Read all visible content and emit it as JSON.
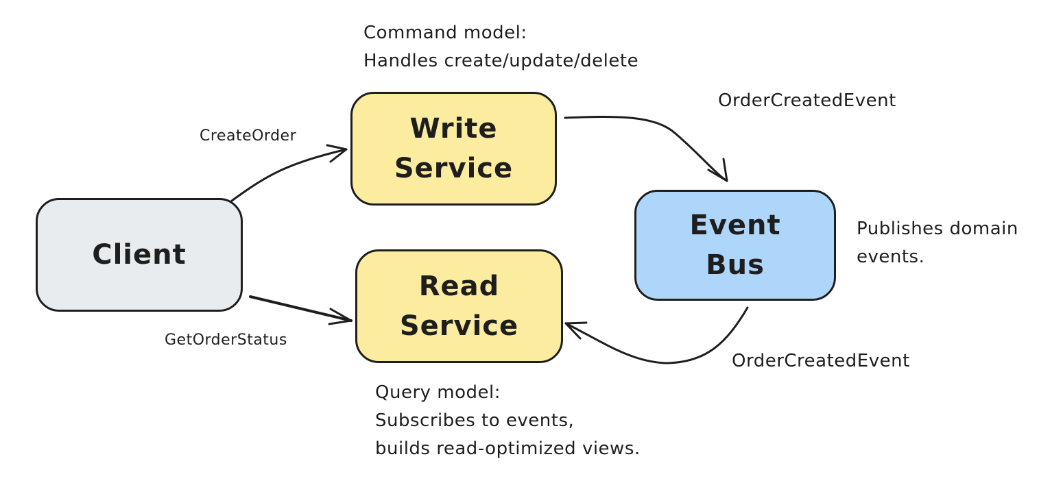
{
  "diagram": {
    "title": "CQRS with Event Bus",
    "colors": {
      "client_fill": "#e9ecef",
      "service_fill": "#fbec9f",
      "bus_fill": "#aed6fb",
      "stroke": "#1e1e1e"
    },
    "nodes": {
      "client": {
        "lines": [
          "Client"
        ]
      },
      "write_service": {
        "lines": [
          "Write",
          "Service"
        ]
      },
      "read_service": {
        "lines": [
          "Read",
          "Service"
        ]
      },
      "event_bus": {
        "lines": [
          "Event",
          "Bus"
        ]
      }
    },
    "notes": {
      "command_model": [
        "Command model:",
        "Handles create/update/delete"
      ],
      "query_model": [
        "Query model:",
        "Subscribes to events,",
        "builds read-optimized views."
      ],
      "event_bus_note": [
        "Publishes domain",
        "events."
      ]
    },
    "edges": [
      {
        "from": "client",
        "to": "write_service",
        "label": "CreateOrder"
      },
      {
        "from": "client",
        "to": "read_service",
        "label": "GetOrderStatus"
      },
      {
        "from": "write_service",
        "to": "event_bus",
        "label": "OrderCreatedEvent"
      },
      {
        "from": "event_bus",
        "to": "read_service",
        "label": "OrderCreatedEvent"
      }
    ]
  }
}
